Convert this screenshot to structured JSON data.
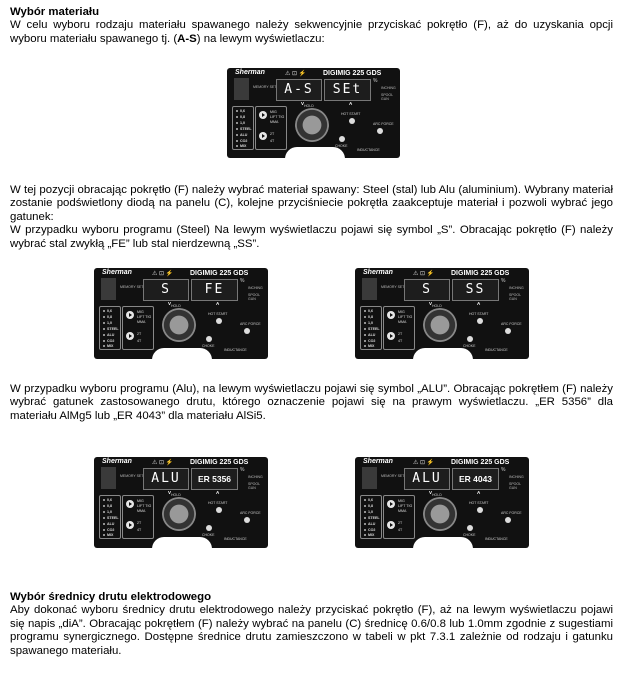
{
  "section1": {
    "heading": "Wybór materiału",
    "p1": "W celu wyboru rodzaju materiału spawanego należy sekwencyjnie przyciskać pokrętło (F), aż do uzyskania opcji wyboru materiału spawanego tj. (",
    "p1_bold": "A-S",
    "p1_end": ") na lewym wyświetlaczu:"
  },
  "para2": "W tej pozycji obracając pokrętło (F) należy wybrać materiał spawany: Steel (stal) lub Alu (aluminium). Wybrany materiał zostanie podświetlony diodą na panelu (C), kolejne przyciśniecie pokrętła zaakceptuje materiał i pozwoli wybrać jego gatunek:",
  "para3": "W przypadku wyboru programu (Steel) Na lewym wyświetlaczu pojawi się symbol „S”. Obracając pokrętło (F) należy wybrać stal zwykłą „FE” lub stal nierdzewną „SS”.",
  "para4": "W przypadku wyboru programu (Alu), na lewym wyświetlaczu pojawi się symbol „ALU”. Obracając pokrętłem (F) należy wybrać gatunek zastosowanego drutu, którego oznaczenie pojawi się na prawym wyświetlaczu. „ER 5356” dla materiału AlMg5 lub „ER 4043” dla materiału AlSi5.",
  "section2": {
    "heading": "Wybór średnicy drutu elektrodowego",
    "body": "Aby dokonać wyboru średnicy drutu elektrodowego należy przyciskać pokrętło (F), aż na lewym wyświetlaczu pojawi się napis „diA”. Obracając pokrętłem (F) należy wybrać na panelu (C) średnicę 0.6/0.8 lub 1.0mm zgodnie z sugestiami programu synergicznego. Dostępne średnice drutu zamieszczono w tabeli w pkt 7.3.1 zależnie od rodzaju i gatunku spawanego materiału."
  },
  "panel": {
    "brand": "Sherman",
    "model": "DIGIMIG 225 GDS",
    "warn": "⚠ ⊡ ⚡",
    "pct": "%",
    "memory": "MEMORY SET",
    "inch": "INCHING",
    "spool": "SPOOL GUN",
    "v": "V",
    "a": "A",
    "materials": [
      "0,6",
      "0,8",
      "1,0",
      "STEEL",
      "ALU",
      "CO2",
      "MIX"
    ],
    "modes": [
      "MIG",
      "LIFT TIG",
      "MMA"
    ],
    "torch": [
      "2T",
      "4T"
    ],
    "hold": "HOLD",
    "hot_start": "HOT START",
    "arc_force": "ARC FORCE",
    "choke": "CHOKE",
    "induct": "INDUCTANCE"
  },
  "panels": [
    {
      "left": "A-S",
      "right": "SEt",
      "right_small": false
    },
    {
      "left": "S",
      "right": "FE",
      "right_small": false
    },
    {
      "left": "S",
      "right": "SS",
      "right_small": false
    },
    {
      "left": "ALU",
      "right": "ER 5356",
      "right_small": true
    },
    {
      "left": "ALU",
      "right": "ER 4043",
      "right_small": true
    }
  ]
}
